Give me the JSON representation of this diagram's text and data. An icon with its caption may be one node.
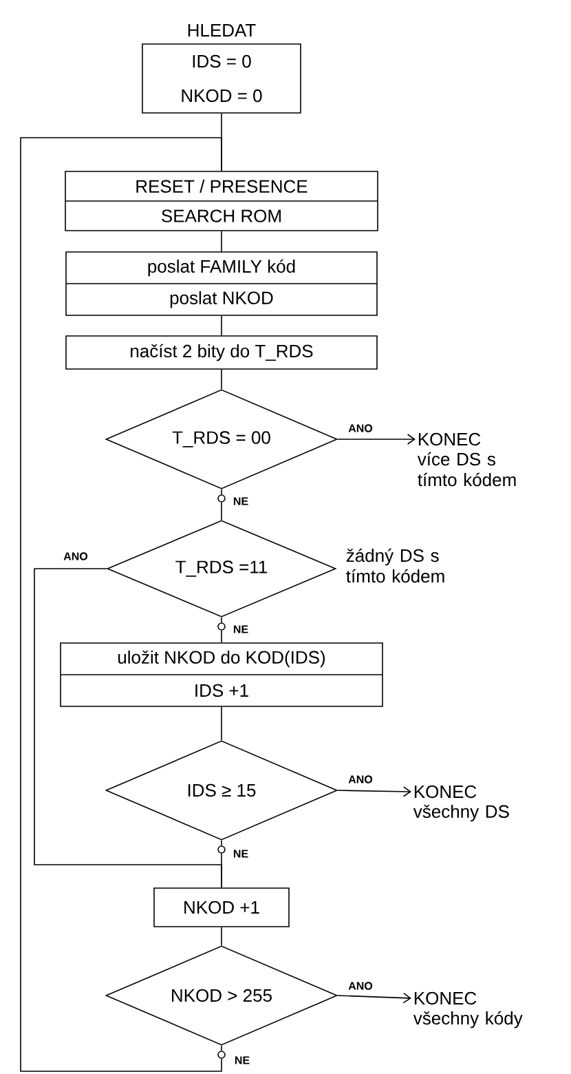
{
  "diagram": {
    "nodes": [
      {
        "text": [
          "HLEDAT",
          "IDS = 0",
          "NKOD = 0"
        ]
      },
      {
        "text": [
          "RESET / PRESENCE",
          "SEARCH ROM"
        ]
      },
      {
        "text": [
          "poslat FAMILY kód",
          "poslat NKOD"
        ]
      },
      {
        "text": [
          "načíst 2 bity do T_RDS"
        ]
      },
      {
        "text": [
          "T_RDS = 00"
        ]
      },
      {
        "text": [
          "KONEC",
          "více DS s tímto kódem"
        ]
      },
      {
        "text": [],
        "shape": "circle"
      },
      {
        "text": [
          "T_RDS =11"
        ],
        "beside": [
          "žádný DS s tímto kódem"
        ]
      },
      {
        "text": [],
        "shape": "circle"
      },
      {
        "text": [
          "uložit NKOD do KOD(IDS)",
          "IDS +1"
        ]
      },
      {
        "text": [
          "IDS ≥ 15"
        ]
      },
      {
        "text": [
          "KONEC",
          "všechny DS"
        ]
      },
      {
        "text": [],
        "shape": "circle"
      },
      {
        "text": [
          "NKOD +1"
        ]
      },
      {
        "text": [
          "NKOD > 255"
        ]
      },
      {
        "text": [
          "KONEC",
          "všechny kódy"
        ]
      },
      {
        "text": [],
        "shape": "circle"
      }
    ],
    "edges": [
      {
        "from": 0,
        "to": 1,
        "arrow": "none"
      },
      {
        "from": 1,
        "to": 2,
        "arrow": "none"
      },
      {
        "from": 2,
        "to": 3,
        "arrow": "none"
      },
      {
        "from": 3,
        "to": 4,
        "arrow": "none"
      },
      {
        "from": 4,
        "to": 5,
        "arrow": "to",
        "label": "ANO"
      },
      {
        "from": 4,
        "to": 6,
        "arrow": "none"
      },
      {
        "from": 6,
        "to": 7,
        "arrow": "none",
        "label": "NE"
      },
      {
        "from": 7,
        "to": 13,
        "arrow": "none",
        "label": "ANO"
      },
      {
        "from": 7,
        "to": 8,
        "arrow": "none"
      },
      {
        "from": 8,
        "to": 9,
        "arrow": "none",
        "label": "NE"
      },
      {
        "from": 9,
        "to": 10,
        "arrow": "none"
      },
      {
        "from": 10,
        "to": 11,
        "arrow": "to",
        "label": "ANO"
      },
      {
        "from": 10,
        "to": 12,
        "arrow": "none"
      },
      {
        "from": 12,
        "to": 13,
        "arrow": "none",
        "label": "NE"
      },
      {
        "from": 13,
        "to": 14,
        "arrow": "none"
      },
      {
        "from": 14,
        "to": 15,
        "arrow": "to",
        "label": "ANO"
      },
      {
        "from": 14,
        "to": 16,
        "arrow": "none"
      },
      {
        "from": 16,
        "to": 1,
        "arrow": "none",
        "label": "NE"
      }
    ]
  }
}
